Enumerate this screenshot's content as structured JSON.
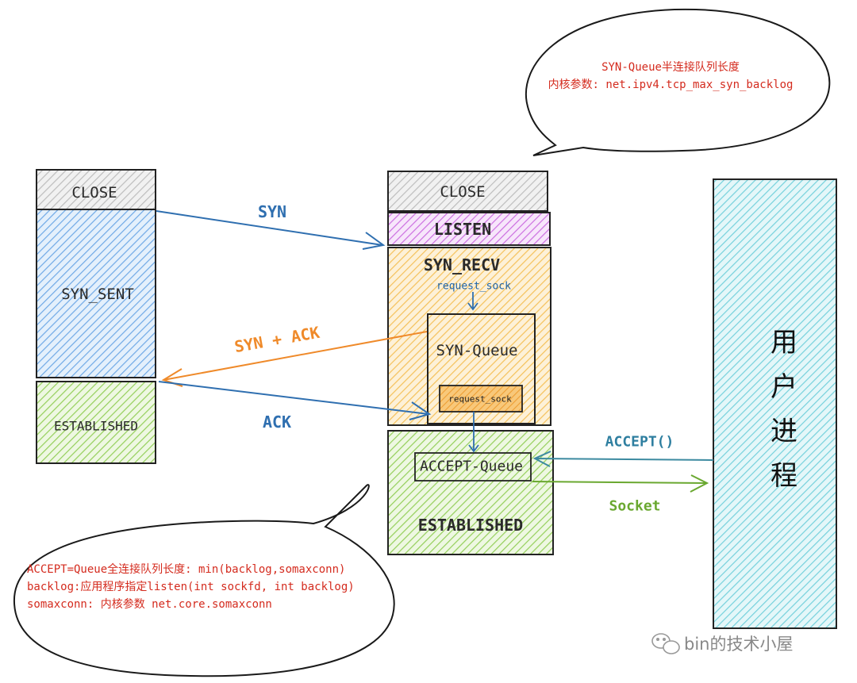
{
  "client": {
    "close": "CLOSE",
    "syn_sent": "SYN_SENT",
    "established": "ESTABLISHED"
  },
  "server": {
    "close": "CLOSE",
    "listen": "LISTEN",
    "syn_recv": "SYN_RECV",
    "request_sock_top": "request_sock",
    "syn_queue": "SYN-Queue",
    "request_sock_inner": "request_sock",
    "accept_queue": "ACCEPT-Queue",
    "established": "ESTABLISHED"
  },
  "process": {
    "label": "用\n户\n进\n程"
  },
  "arrows": {
    "syn": "SYN",
    "syn_ack": "SYN + ACK",
    "ack": "ACK",
    "accept": "ACCEPT()",
    "socket": "Socket"
  },
  "notes": {
    "syn_queue": [
      "SYN-Queue半连接队列长度",
      "内核参数: net.ipv4.tcp_max_syn_backlog"
    ],
    "accept_queue": [
      "ACCEPT=Queue全连接队列长度: min(backlog,somaxconn)",
      "backlog:应用程序指定listen(int sockfd, int backlog)",
      "somaxconn: 内核参数 net.core.somaxconn"
    ]
  },
  "watermark": {
    "text": "bin的技术小屋"
  },
  "colors": {
    "gray": "#bdbdbd",
    "blue": "#6fa9e6",
    "green": "#94cf5a",
    "purple": "#cc6ee0",
    "orange": "#f5c15a",
    "cyan": "#75d1dc",
    "arrow_blue": "#2f6fb0",
    "arrow_orange": "#ef8a2a",
    "arrow_green": "#6aa830",
    "note_red": "#d42b1e"
  }
}
